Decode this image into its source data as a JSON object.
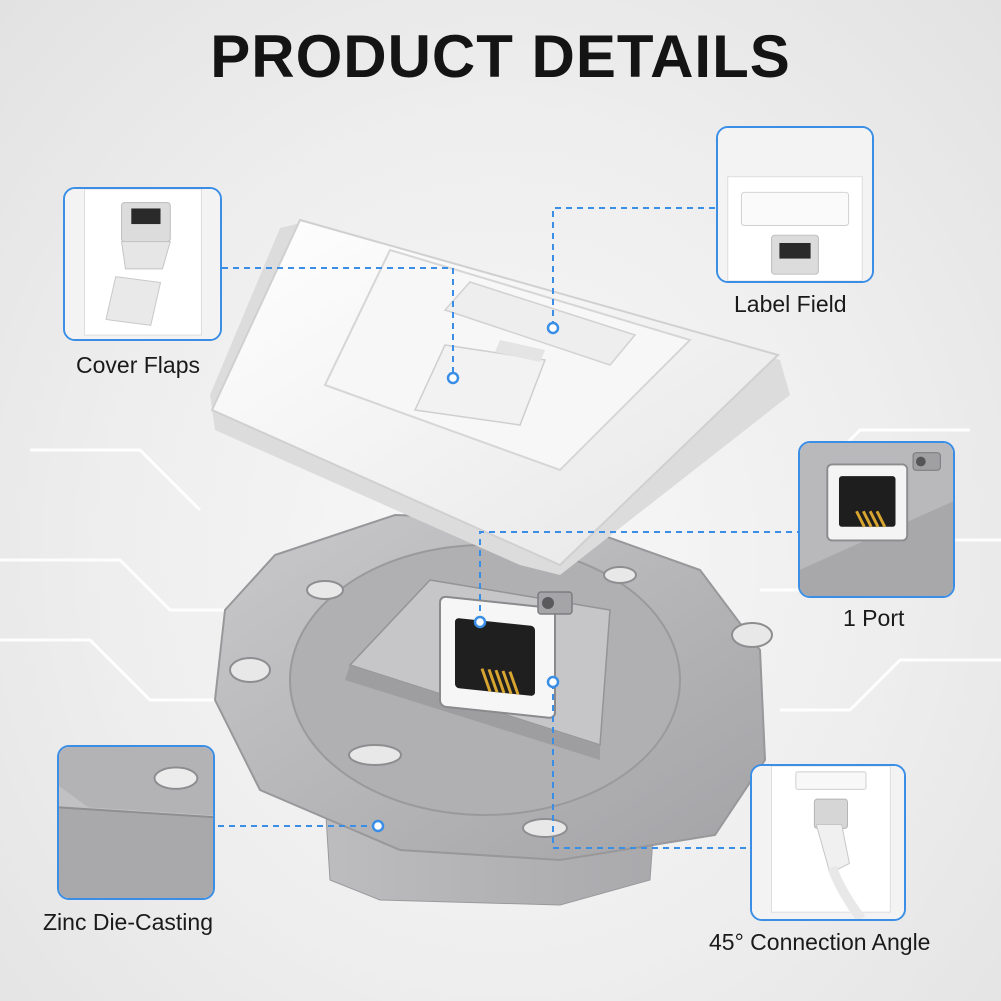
{
  "title": "PRODUCT DETAILS",
  "features": {
    "cover_flaps": "Cover Flaps",
    "label_field": "Label Field",
    "port": "1 Port",
    "zinc": "Zinc Die-Casting",
    "angle": "45° Connection Angle"
  },
  "colors": {
    "accent": "#3a8ee6",
    "metal": "#b7b7b9",
    "plate": "#ffffff",
    "text": "#141414"
  }
}
